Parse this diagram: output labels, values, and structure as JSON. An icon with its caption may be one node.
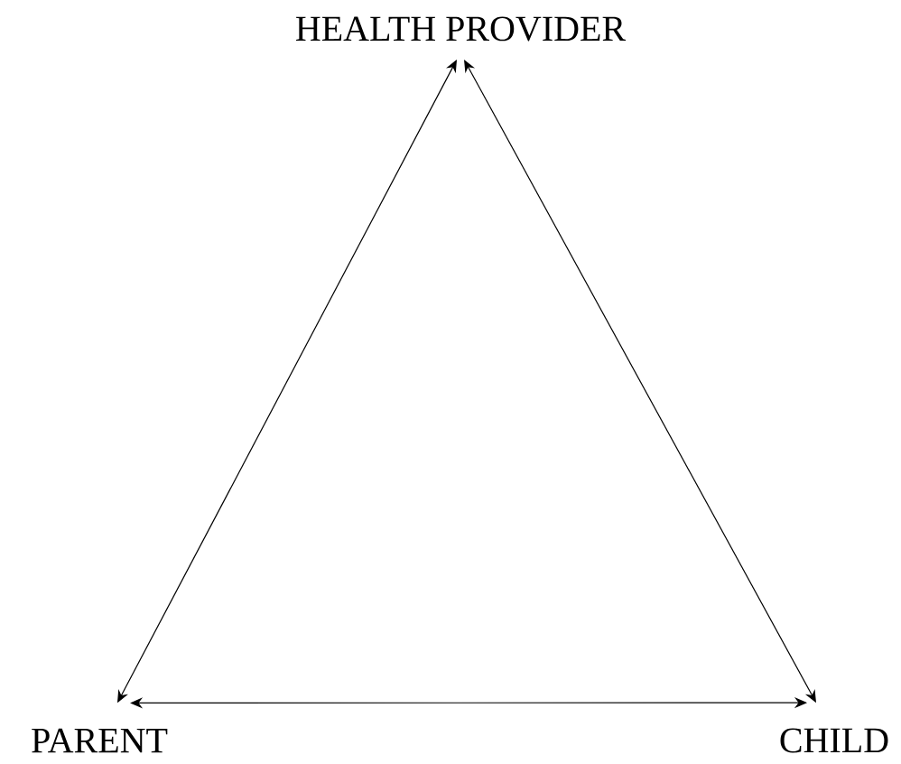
{
  "diagram": {
    "nodes": [
      {
        "text": [
          "HEALTH PROVIDER"
        ]
      },
      {
        "text": [
          "PARENT"
        ]
      },
      {
        "text": [
          "CHILD"
        ]
      }
    ],
    "edges": [
      {
        "from": 0,
        "to": 1,
        "arrow": "both"
      },
      {
        "from": 0,
        "to": 2,
        "arrow": "both"
      },
      {
        "from": 1,
        "to": 2,
        "arrow": "both"
      }
    ]
  }
}
